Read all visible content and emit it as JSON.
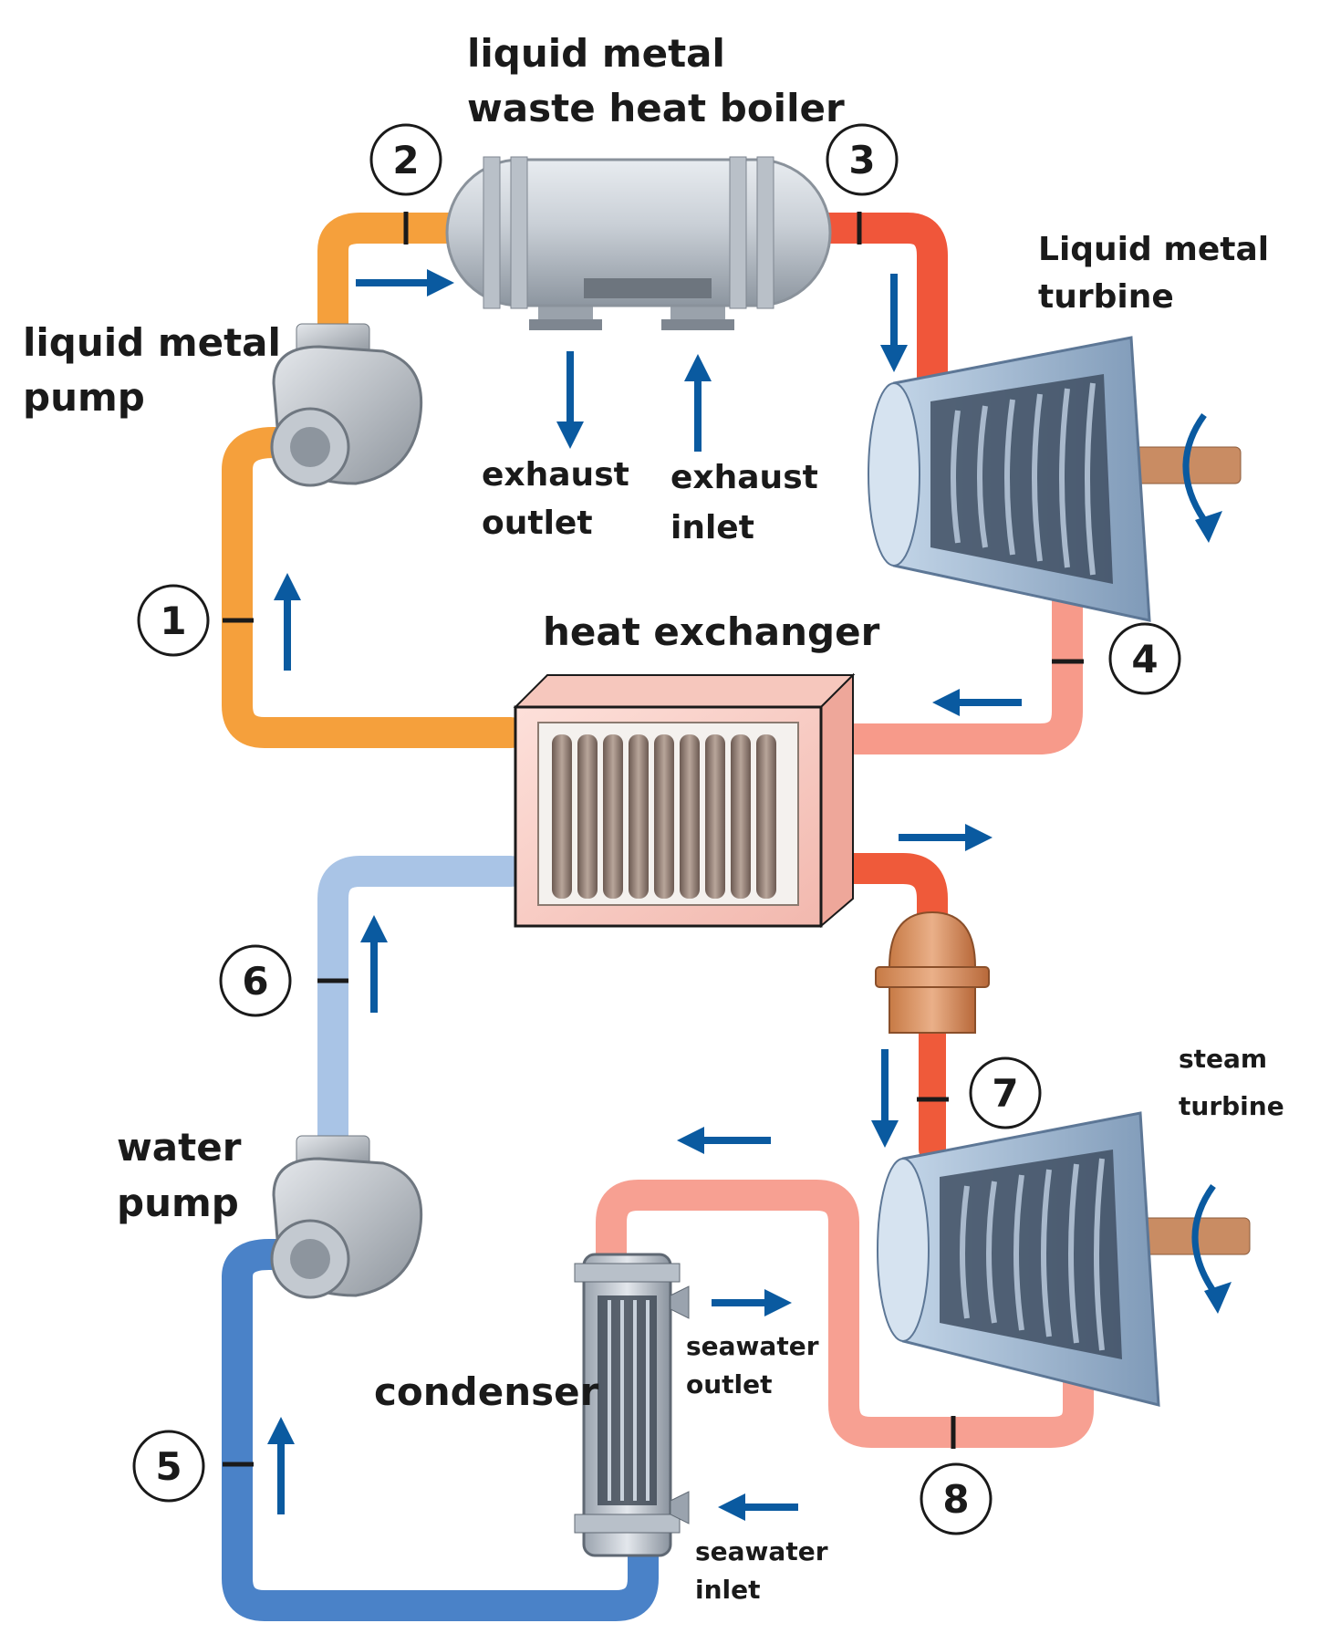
{
  "labels": {
    "boiler": [
      "liquid metal",
      "waste heat boiler"
    ],
    "lm_turbine": [
      "Liquid metal",
      "turbine"
    ],
    "lm_pump": [
      "liquid metal",
      "pump"
    ],
    "exhaust_outlet": [
      "exhaust",
      "outlet"
    ],
    "exhaust_inlet": [
      "exhaust",
      "inlet"
    ],
    "heat_exchanger": "heat exchanger",
    "steam_turbine": [
      "steam",
      "turbine"
    ],
    "water_pump": [
      "water",
      "pump"
    ],
    "condenser": "condenser",
    "seawater_outlet": [
      "seawater",
      "outlet"
    ],
    "seawater_inlet": [
      "seawater",
      "inlet"
    ]
  },
  "states": [
    "1",
    "2",
    "3",
    "4",
    "5",
    "6",
    "7",
    "8"
  ],
  "colors": {
    "lm_cold": "#f5a03c",
    "lm_hot": "#f0563a",
    "lm_warm": "#f79a8a",
    "water_light": "#a9c4e6",
    "water_dark": "#4a82c8",
    "steam_hot": "#ef5a3a",
    "steam_exhaust": "#f7a092",
    "arrow": "#0a5aa0"
  }
}
